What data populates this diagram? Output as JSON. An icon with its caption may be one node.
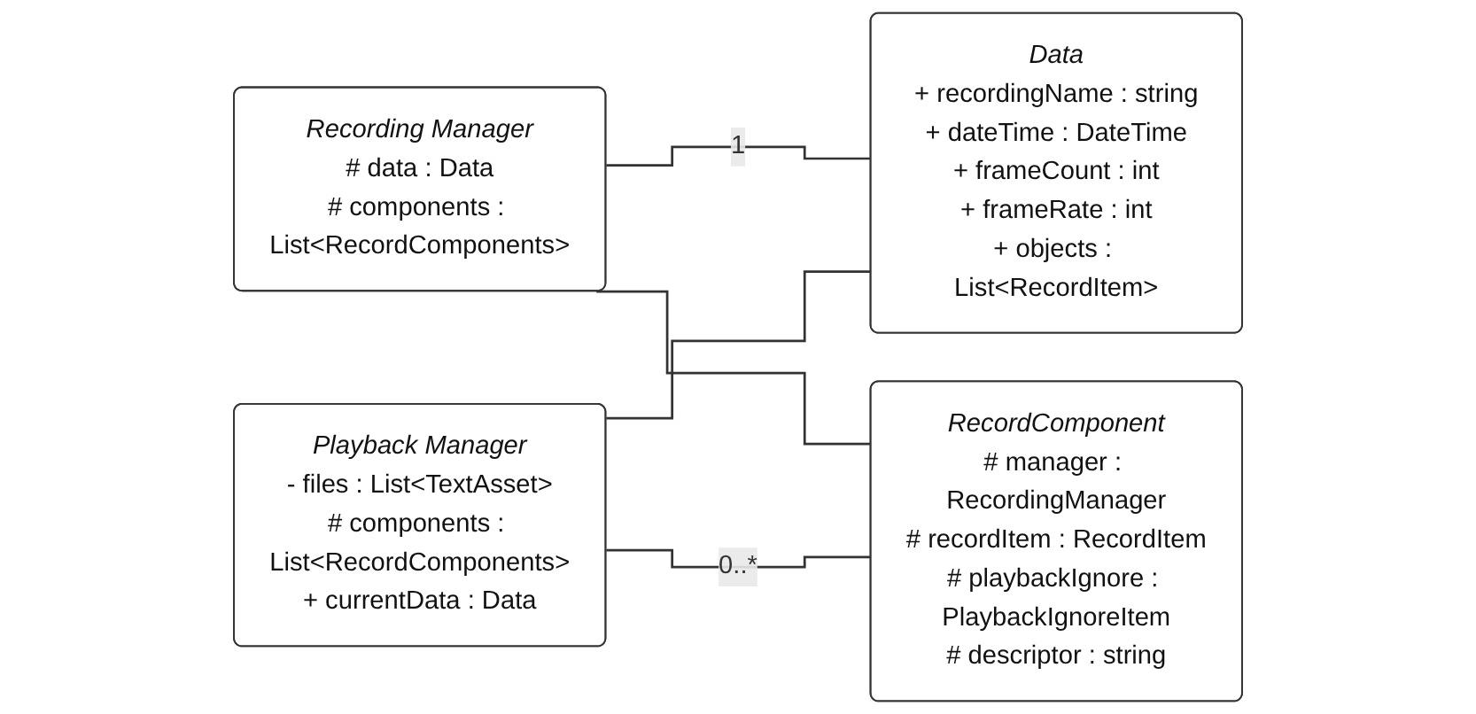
{
  "diagram": {
    "nodes": [
      {
        "text": [
          "Recording Manager",
          "# data : Data",
          "# components : List<RecordComponents>"
        ]
      },
      {
        "text": [
          "Playback Manager",
          "- files : List<TextAsset>",
          "# components : List<RecordComponents>",
          "+ currentData : Data"
        ]
      },
      {
        "text": [
          "Data",
          "+ recordingName : string",
          "+ dateTime : DateTime",
          "+ frameCount : int",
          "+ frameRate : int",
          "+ objects : List<RecordItem>"
        ]
      },
      {
        "text": [
          "RecordComponent",
          "# manager : RecordingManager",
          "# recordItem : RecordItem",
          "# playbackIgnore : PlaybackIgnoreItem",
          "# descriptor : string"
        ]
      }
    ],
    "edges": [
      {
        "from": 0,
        "to": 2,
        "arrow": "none",
        "label": "1"
      },
      {
        "from": 1,
        "to": 2,
        "arrow": "none"
      },
      {
        "from": 0,
        "to": 3,
        "arrow": "none"
      },
      {
        "from": 1,
        "to": 3,
        "arrow": "none",
        "label": "0..*"
      }
    ]
  }
}
